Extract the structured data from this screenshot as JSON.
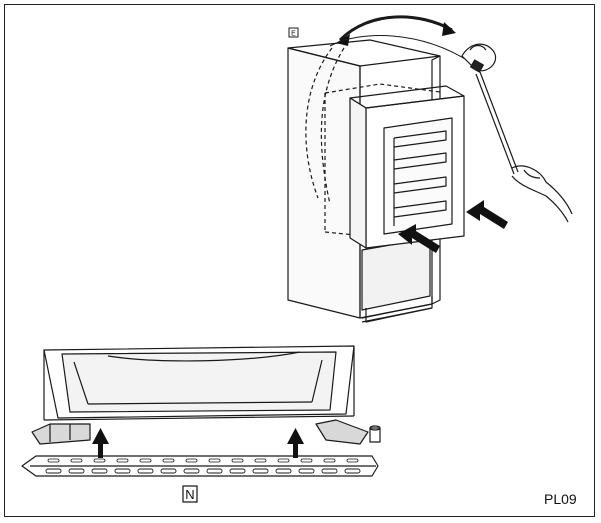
{
  "labels": {
    "marker_e": "E",
    "marker_n": "N",
    "code": "PL09"
  },
  "colors": {
    "line": "#1a1a1a",
    "arrow": "#111111",
    "shade": "#e8e8e8"
  }
}
